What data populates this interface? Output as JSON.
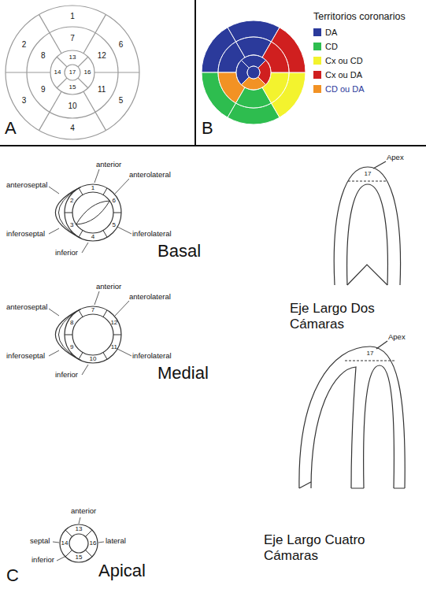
{
  "diagram": {
    "labels": [
      "A",
      "B",
      "Territorios coronarios",
      "1",
      "2",
      "3",
      "4",
      "5",
      "6",
      "7",
      "8",
      "9",
      "10",
      "11",
      "12",
      "13",
      "14",
      "15",
      "16",
      "17",
      "1",
      "2",
      "3",
      "4",
      "5",
      "6",
      "anterior",
      "anterolateral",
      "anteroseptal",
      "inferoseptal",
      "inferolateral",
      "inferior",
      "Basal",
      "7",
      "8",
      "9",
      "10",
      "11",
      "12",
      "anterior",
      "anterolateral",
      "anteroseptal",
      "inferoseptal",
      "inferolateral",
      "inferior",
      "Medial",
      "13",
      "14",
      "15",
      "16",
      "anterior",
      "septal",
      "lateral",
      "inferior",
      "Apical",
      "C",
      "17",
      "Apex",
      "Eje Largo Dos Cámaras",
      "17",
      "Apex",
      "Eje Largo Cuatro Cámaras"
    ],
    "legend": [
      {
        "text": "DA",
        "color": "#2b3a9b"
      },
      {
        "text": "CD",
        "color": "#2ebd4f"
      },
      {
        "text": "Cx ou CD",
        "color": "#f3f32e"
      },
      {
        "text": "Cx ou DA",
        "color": "#d01f1f"
      },
      {
        "text": "CD ou DA",
        "color": "#f29224"
      }
    ]
  }
}
